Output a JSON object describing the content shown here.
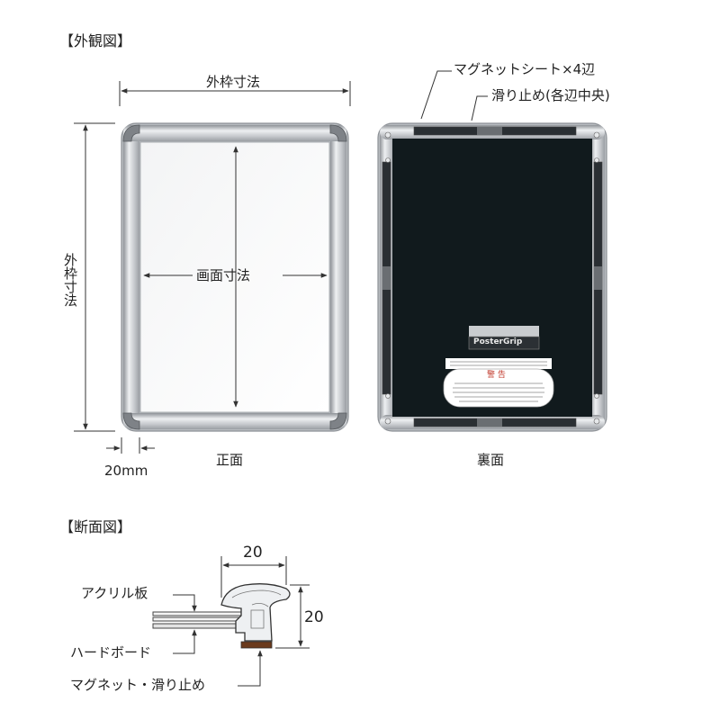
{
  "sections": {
    "exterior_title": "【外観図】",
    "cross_section_title": "【断面図】"
  },
  "front": {
    "outer_width_label": "外枠寸法",
    "outer_height_label": "外枠寸法",
    "screen_label": "画面寸法",
    "frame_width_label": "20mm",
    "caption": "正面"
  },
  "back": {
    "magnet_label": "マグネットシート×4辺",
    "nonslip_label": "滑り止め(各辺中央)",
    "caption": "裏面",
    "brand_logo": "PosterGrip",
    "warning_title": "警 告"
  },
  "section": {
    "width_value": "20",
    "height_value": "20",
    "acrylic_label": "アクリル板",
    "hardboard_label": "ハードボード",
    "magnet_nonslip_label": "マグネット・滑り止め"
  },
  "colors": {
    "frame_silver": "#c9ccd0",
    "back_panel": "#111a1d",
    "line": "#333333"
  }
}
